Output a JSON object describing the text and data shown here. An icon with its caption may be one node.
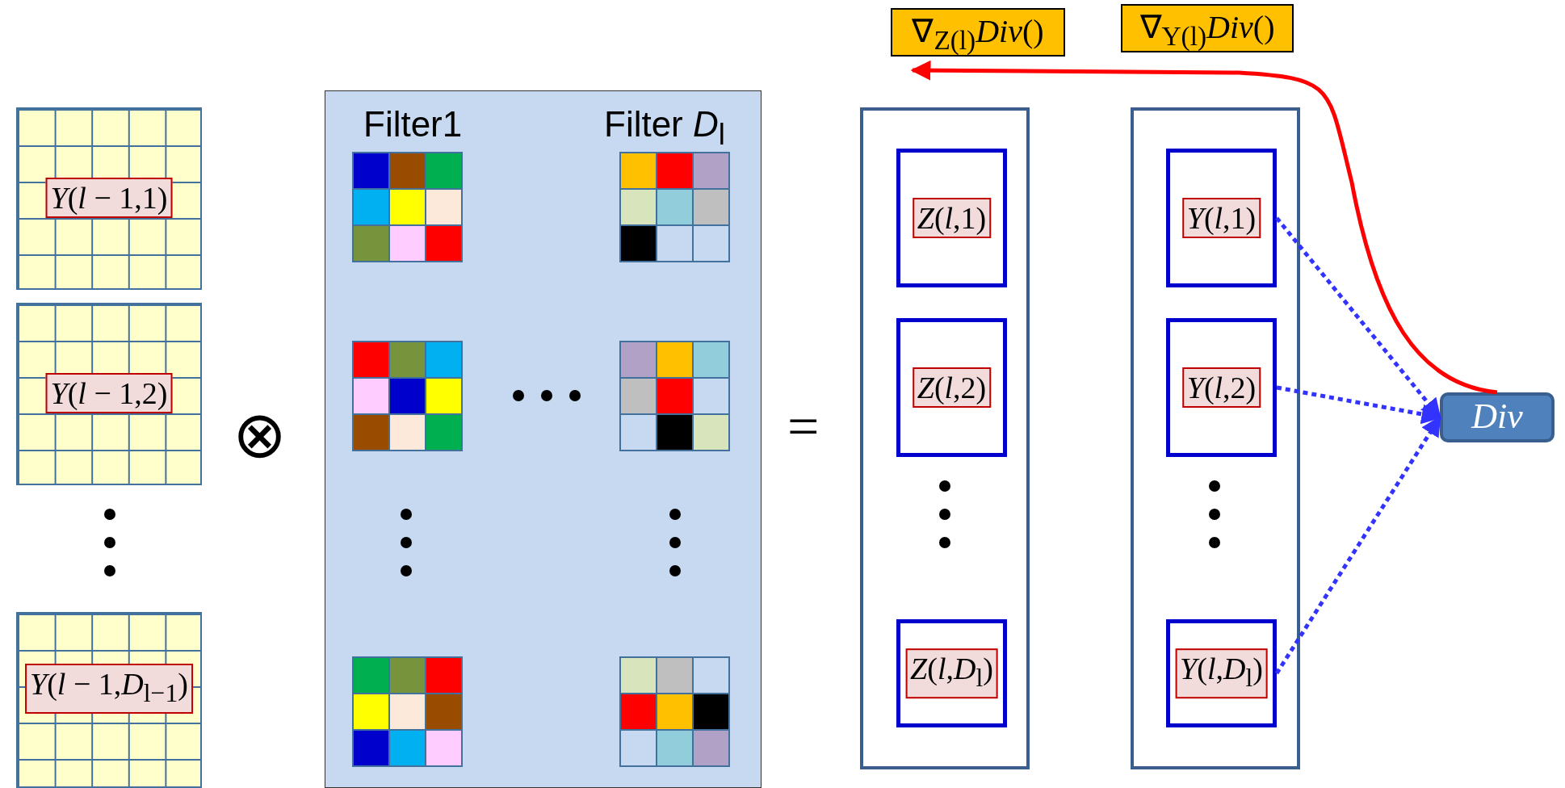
{
  "diagram": {
    "nodes": [
      {
        "text": [
          "*Y*(*l* − 1,1)"
        ]
      },
      {
        "text": [
          "*Y*(*l* − 1,2)"
        ]
      },
      {
        "text": [
          "*Y*(*l* − 1,*D*$_{l−1}$)"
        ]
      },
      {
        "text": [],
        "shape": "box"
      },
      {
        "text": [
          "*Z*(*l*,1)"
        ],
        "in": 3
      },
      {
        "text": [
          "*Z*(*l*,2)"
        ],
        "in": 3
      },
      {
        "text": [
          "*Z*(*l*,*D*$_{l}$)"
        ],
        "in": 3
      },
      {
        "text": [],
        "shape": "box"
      },
      {
        "text": [
          "*Y*(*l*,1)"
        ],
        "in": 7
      },
      {
        "text": [
          "*Y*(*l*,2)"
        ],
        "in": 7
      },
      {
        "text": [
          "*Y*(*l*,*D*$_{l}$)"
        ],
        "in": 7
      },
      {
        "text": [
          "*Div*"
        ]
      },
      {
        "text": [
          "∇$_{Z(l)}$*Div*()"
        ]
      },
      {
        "text": [
          "∇$_{Y(l)}$*Div*()"
        ]
      }
    ],
    "edges": [
      {
        "from": 8,
        "to": 11,
        "arrow": "to",
        "style": "dashed"
      },
      {
        "from": 9,
        "to": 11,
        "arrow": "to",
        "style": "dashed"
      },
      {
        "from": 10,
        "to": 11,
        "arrow": "to",
        "style": "dashed"
      },
      {
        "from": 11,
        "to": 12,
        "arrow": "to",
        "color": "#ff0000"
      }
    ],
    "labels": [
      "Filter1",
      "Filter *D*$_{l}$",
      "⊗",
      "="
    ]
  }
}
